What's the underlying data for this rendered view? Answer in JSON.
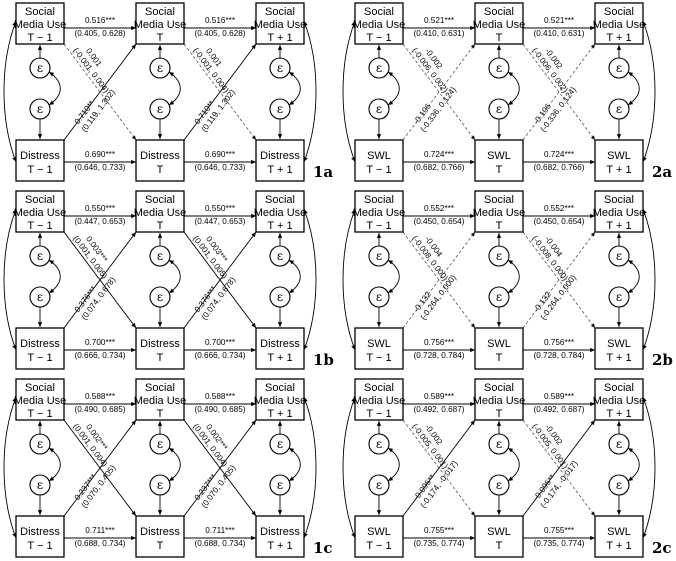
{
  "panels": [
    {
      "id": "1a",
      "label": "1a",
      "top": [
        "Social",
        "Media Use"
      ],
      "bottom": [
        "Distress"
      ],
      "times": [
        "T − 1",
        "T",
        "T + 1"
      ],
      "top_path": {
        "coef": "0.516***",
        "ci": "(0.405, 0.628)"
      },
      "bottom_path": {
        "coef": "0.690***",
        "ci": "(0.646, 0.733)"
      },
      "cross_top_to_bottom": {
        "coef": "0.001",
        "ci": "(-0.001, 0.004)",
        "style": "dashed"
      },
      "cross_bottom_to_top": {
        "coef": "0.710**",
        "ci": "(0.119, 1.302)",
        "style": "solid"
      }
    },
    {
      "id": "2a",
      "label": "2a",
      "top": [
        "Social",
        "Media Use"
      ],
      "bottom": [
        "SWL"
      ],
      "times": [
        "T − 1",
        "T",
        "T + 1"
      ],
      "top_path": {
        "coef": "0.521***",
        "ci": "(0.410, 0.631)"
      },
      "bottom_path": {
        "coef": "0.724***",
        "ci": "(0.682, 0.766)"
      },
      "cross_top_to_bottom": {
        "coef": "-0.002",
        "ci": "(-0.006, 0.002)",
        "style": "dashed"
      },
      "cross_bottom_to_top": {
        "coef": "-0.106",
        "ci": "(-0.336, 0.124)",
        "style": "dashed"
      }
    },
    {
      "id": "1b",
      "label": "1b",
      "top": [
        "Social",
        "Media Use"
      ],
      "bottom": [
        "Distress"
      ],
      "times": [
        "T − 1",
        "T",
        "T + 1"
      ],
      "top_path": {
        "coef": "0.550***",
        "ci": "(0.447, 0.653)"
      },
      "bottom_path": {
        "coef": "0.700***",
        "ci": "(0.666, 0.734)"
      },
      "cross_top_to_bottom": {
        "coef": "0.003***",
        "ci": "(0.001, 0.005)",
        "style": "solid"
      },
      "cross_bottom_to_top": {
        "coef": "0.376***",
        "ci": "(0.074, 0.678)",
        "style": "solid"
      }
    },
    {
      "id": "2b",
      "label": "2b",
      "top": [
        "Social",
        "Media Use"
      ],
      "bottom": [
        "SWL"
      ],
      "times": [
        "T − 1",
        "T",
        "T + 1"
      ],
      "top_path": {
        "coef": "0.552***",
        "ci": "(0.450, 0.654)"
      },
      "bottom_path": {
        "coef": "0.756***",
        "ci": "(0.728, 0.784)"
      },
      "cross_top_to_bottom": {
        "coef": "-0.004",
        "ci": "(-0.008, 0.000)",
        "style": "dashed"
      },
      "cross_bottom_to_top": {
        "coef": "-0.132",
        "ci": "(-0.264, 0.000)",
        "style": "dashed"
      }
    },
    {
      "id": "1c",
      "label": "1c",
      "top": [
        "Social",
        "Media Use"
      ],
      "bottom": [
        "Distress"
      ],
      "times": [
        "T − 1",
        "T",
        "T + 1"
      ],
      "top_path": {
        "coef": "0.588***",
        "ci": "(0.490, 0.685)"
      },
      "bottom_path": {
        "coef": "0.711***",
        "ci": "(0.688, 0.734)"
      },
      "cross_top_to_bottom": {
        "coef": "0.002***",
        "ci": "(0.001, 0.004)",
        "style": "solid"
      },
      "cross_bottom_to_top": {
        "coef": "0.237***",
        "ci": "(0.070, 0.405)",
        "style": "solid"
      }
    },
    {
      "id": "2c",
      "label": "2c",
      "top": [
        "Social",
        "Media Use"
      ],
      "bottom": [
        "SWL"
      ],
      "times": [
        "T − 1",
        "T",
        "T + 1"
      ],
      "top_path": {
        "coef": "0.589***",
        "ci": "(0.492, 0.687)"
      },
      "bottom_path": {
        "coef": "0.755***",
        "ci": "(0.735, 0.774)"
      },
      "cross_top_to_bottom": {
        "coef": "-0.002",
        "ci": "(-0.005, 0.001)",
        "style": "dashed"
      },
      "cross_bottom_to_top": {
        "coef": "-0.095**",
        "ci": "(-0.174, -0.017)",
        "style": "solid"
      }
    }
  ],
  "epsilon_symbol": "ε"
}
